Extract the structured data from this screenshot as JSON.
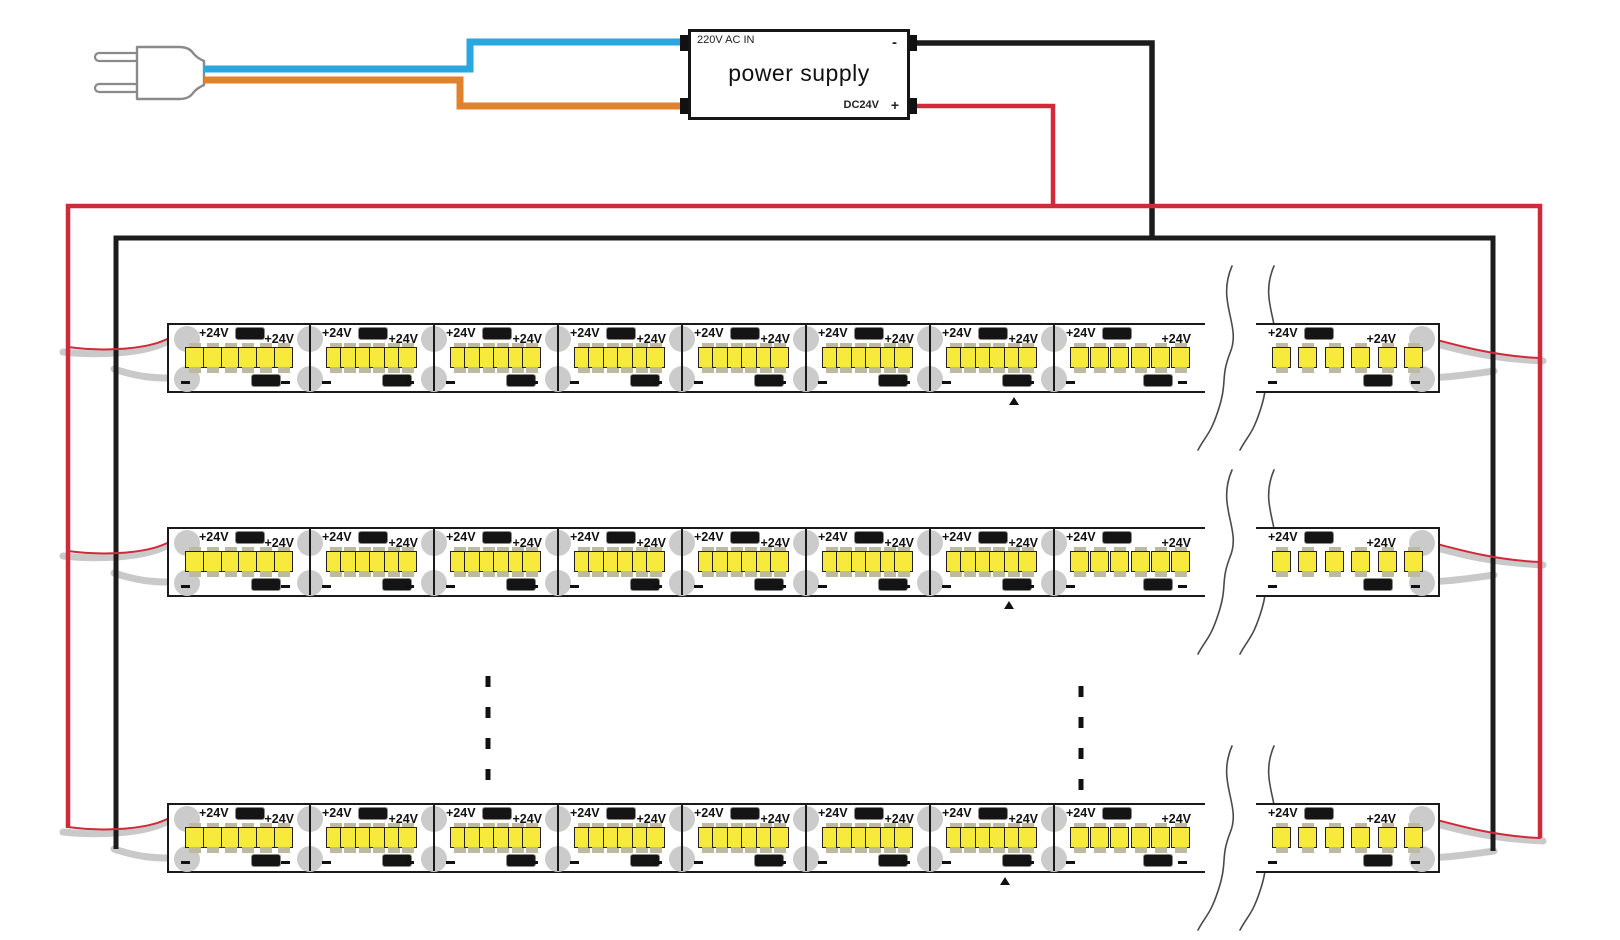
{
  "power_supply": {
    "name": "power supply",
    "ac_input_label": "220V AC IN",
    "dc_output_label": "DC24V",
    "positive_terminal": "+",
    "negative_terminal": "-"
  },
  "led_strip": {
    "positive_label": "+24V",
    "negative_label": "-",
    "rows": 3,
    "segments_per_row": 9,
    "leds_per_segment": 6
  },
  "plug": {
    "type": "ac-plug",
    "prongs": 2
  },
  "colors": {
    "ac_live_wire": "#2aa7df",
    "ac_neutral_wire": "#e0812e",
    "dc_positive_wire": "#d02a3a",
    "dc_negative_wire": "#1c1c1c",
    "lead_wire_gray": "#c9c9c9",
    "led_yellow": "#f7ea3d",
    "pad_gray": "#cbcbcb"
  }
}
